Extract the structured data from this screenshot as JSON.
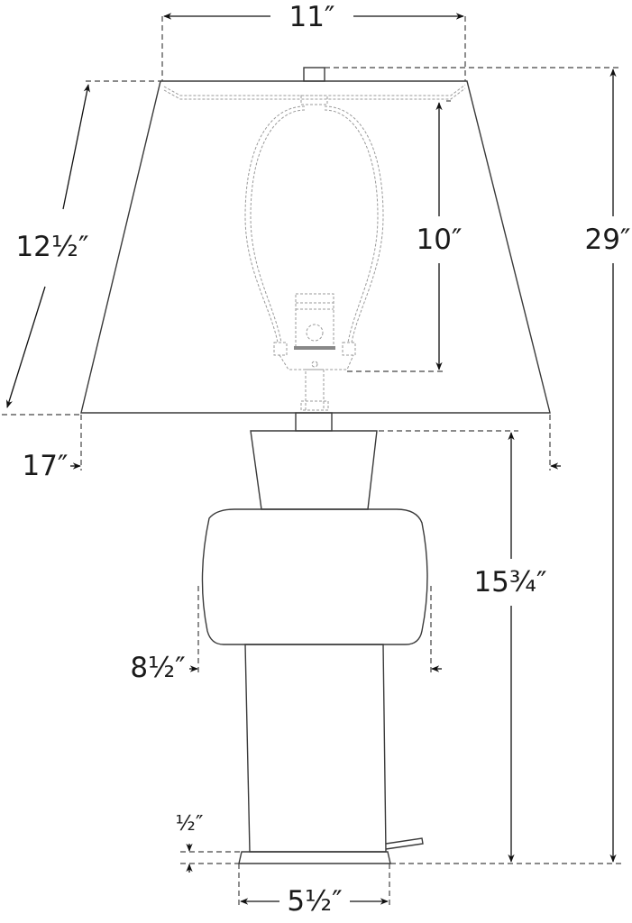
{
  "title": "Lamp dimension drawing",
  "dimensions": {
    "shade_top_width": "11″",
    "overall_height": "29″",
    "harp_height": "10″",
    "shade_slant_height": "12½″",
    "shade_bottom_width": "17″",
    "base_height": "15¾″",
    "body_width": "8½″",
    "plinth_height": "½″",
    "plinth_width": "5½″"
  }
}
